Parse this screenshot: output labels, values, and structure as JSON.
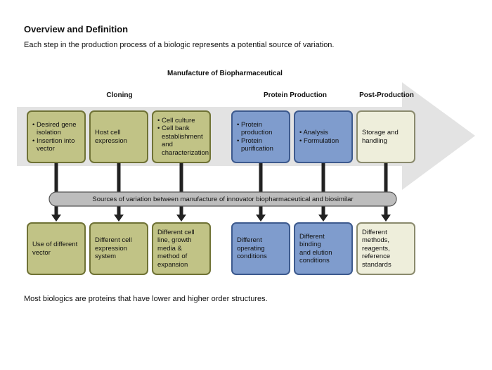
{
  "heading": "Overview and Definition",
  "intro": "Each step in the production process of a biologic represents a potential source of variation.",
  "diagram": {
    "title": "Manufacture of Biopharmaceutical",
    "stages": {
      "cloning": "Cloning",
      "protein_production": "Protein Production",
      "post_production": "Post-Production"
    },
    "band_label": "Sources of variation between manufacture of innovator biopharmaceutical and biosimilar",
    "colors": {
      "olive": "#c1c386",
      "blue": "#7f9ccd",
      "cream": "#eeeedb",
      "arrow": "#e3e3e3",
      "band": "#bdbdbd",
      "connector": "#222222"
    },
    "top_boxes": [
      {
        "style": "olive",
        "lines": [
          "• Desired gene",
          "  isolation",
          "• Insertion into",
          "  vector"
        ]
      },
      {
        "style": "olive",
        "lines": [
          "Host cell",
          "expression"
        ]
      },
      {
        "style": "olive",
        "lines": [
          "• Cell culture",
          "• Cell bank",
          "  establishment",
          "  and",
          "  characterization"
        ]
      },
      {
        "style": "blue",
        "lines": [
          "• Protein",
          "  production",
          "• Protein",
          "  purification"
        ]
      },
      {
        "style": "blue",
        "lines": [
          "• Analysis",
          "• Formulation"
        ]
      },
      {
        "style": "cream",
        "lines": [
          "Storage and",
          "handling"
        ]
      }
    ],
    "bottom_boxes": [
      {
        "style": "olive",
        "lines": [
          "Use of different",
          "vector"
        ]
      },
      {
        "style": "olive",
        "lines": [
          "Different cell",
          "expression",
          "system"
        ]
      },
      {
        "style": "olive",
        "lines": [
          "Different cell",
          "line, growth",
          "media &",
          "method of",
          "expansion"
        ]
      },
      {
        "style": "blue",
        "lines": [
          "Different",
          "operating",
          "conditions"
        ]
      },
      {
        "style": "blue",
        "lines": [
          "Different binding",
          "and elution",
          "conditions"
        ]
      },
      {
        "style": "cream",
        "lines": [
          "Different",
          "methods,",
          "reagents,",
          "reference",
          "standards"
        ]
      }
    ]
  },
  "footer": "Most biologics are proteins that have lower and higher order structures."
}
